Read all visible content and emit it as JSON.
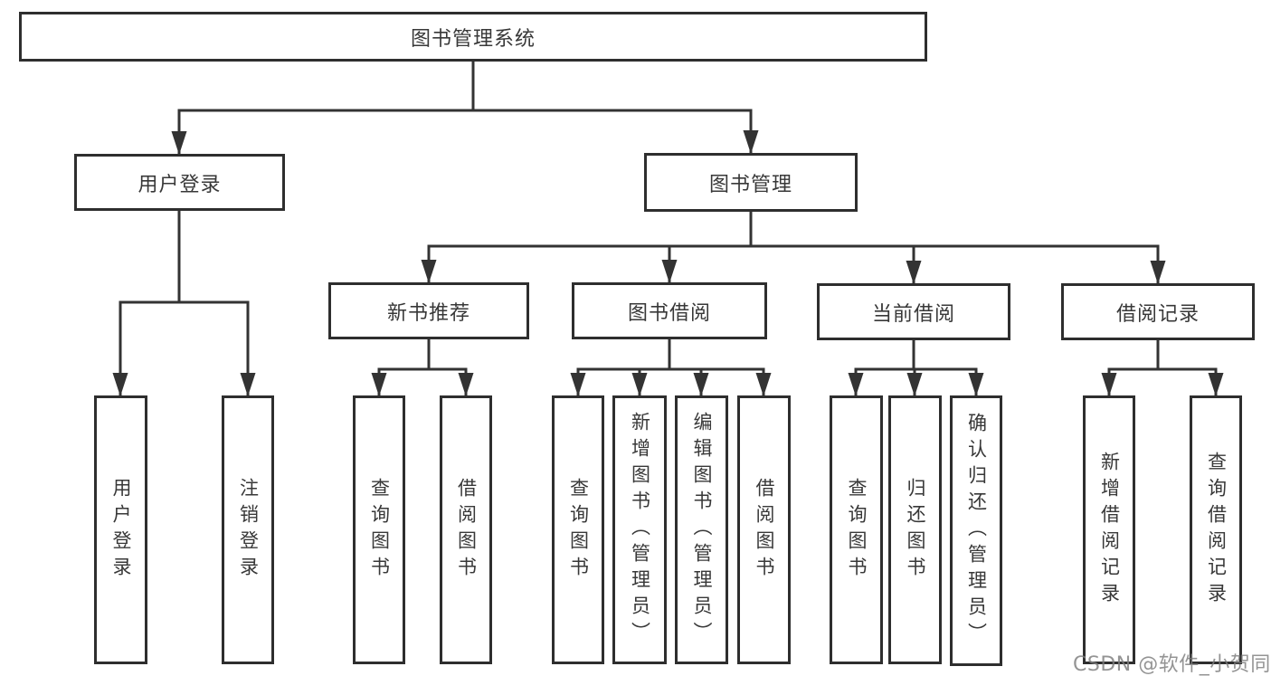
{
  "tree": {
    "label": "图书管理系统",
    "children": [
      {
        "label": "用户登录",
        "children": [
          {
            "label": "用户登录"
          },
          {
            "label": "注销登录"
          }
        ]
      },
      {
        "label": "图书管理",
        "children": [
          {
            "label": "新书推荐",
            "children": [
              {
                "label": "查询图书"
              },
              {
                "label": "借阅图书"
              }
            ]
          },
          {
            "label": "图书借阅",
            "children": [
              {
                "label": "查询图书"
              },
              {
                "label": "新增图书（管理员）"
              },
              {
                "label": "编辑图书（管理员）"
              },
              {
                "label": "借阅图书"
              }
            ]
          },
          {
            "label": "当前借阅",
            "children": [
              {
                "label": "查询图书"
              },
              {
                "label": "归还图书"
              },
              {
                "label": "确认归还（管理员）"
              }
            ]
          },
          {
            "label": "借阅记录",
            "children": [
              {
                "label": "新增借阅记录"
              },
              {
                "label": "查询借阅记录"
              }
            ]
          }
        ]
      }
    ]
  },
  "colors": {
    "line": "#333333",
    "border": "#2e2e2e",
    "text": "#383838",
    "watermark": "#7d7d7d"
  },
  "watermark": "CSDN @软件_小贺同学"
}
